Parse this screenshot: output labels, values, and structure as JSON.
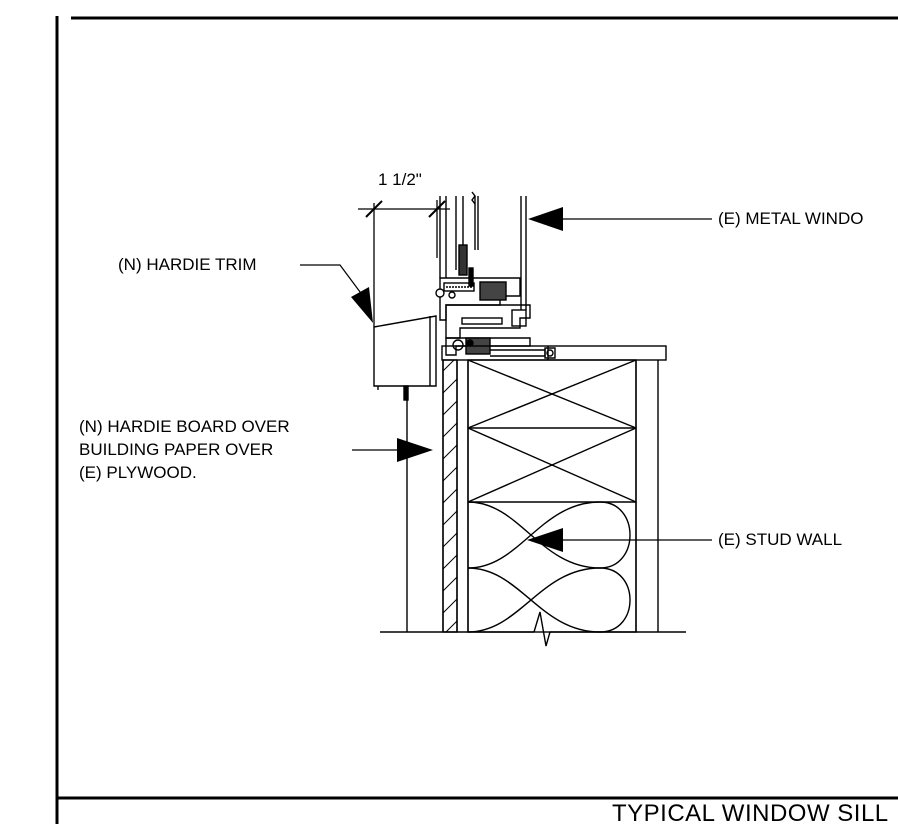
{
  "dimension": {
    "width_label": "1 1/2\""
  },
  "callouts": {
    "metal_window": "(E) METAL WINDO",
    "hardie_trim": "(N) HARDIE TRIM",
    "hardie_board_line1": "(N) HARDIE BOARD OVER",
    "hardie_board_line2": "BUILDING PAPER OVER",
    "hardie_board_line3": "(E) PLYWOOD.",
    "stud_wall": "(E) STUD WALL"
  },
  "title_block": {
    "title": "TYPICAL WINDOW SILL"
  }
}
